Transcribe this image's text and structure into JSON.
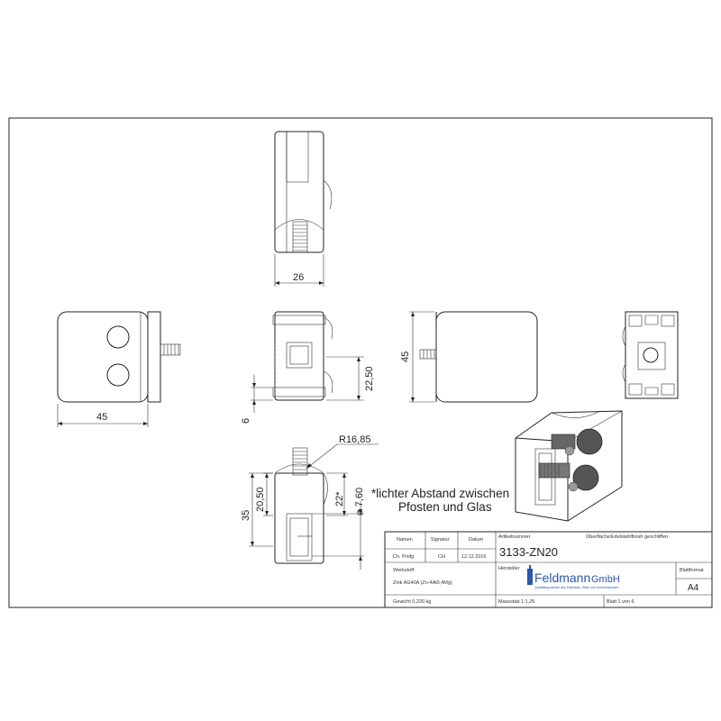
{
  "dimensions": {
    "top_width": "26",
    "front_width": "45",
    "side_height_22_50": "22,50",
    "side_offset_6": "6",
    "right_height_45": "45",
    "radius": "R16,85",
    "bottom_35": "35",
    "bottom_20_50": "20,50",
    "bottom_22": "22*",
    "bottom_diameter": "⌀ 7,60"
  },
  "note": {
    "line1": "*lichter Abstand zwischen",
    "line2": "Pfosten und Glas"
  },
  "title_block": {
    "col_names": "Namen",
    "col_signature": "Signatur",
    "col_date": "Datum",
    "checked_label": "Ch. Prüfg",
    "checked_sig": "CH",
    "checked_date": "12.12.2016",
    "article_label": "Artikelnummer",
    "article_number": "3133-ZN20",
    "surface_label": "Oberfläche:",
    "surface_value": "Edelstahlfinish geschliffen",
    "material_label": "Werkstoff:",
    "material_value": "Zink AG40A (Zn-4Al0,4Mg)",
    "manufacturer_label": "Hersteller",
    "logo_name": "Feldmann",
    "logo_suffix": "GmbH",
    "logo_tagline": "Qualitätsprodukte aus Edelstahl, Stahl und Schmiedeeisen",
    "format_label": "Blattformat",
    "format_value": "A4",
    "weight": "Gewicht 0,220 kg",
    "scale": "Massstab 1:1,25",
    "sheet": "Blatt 1 von 6"
  }
}
